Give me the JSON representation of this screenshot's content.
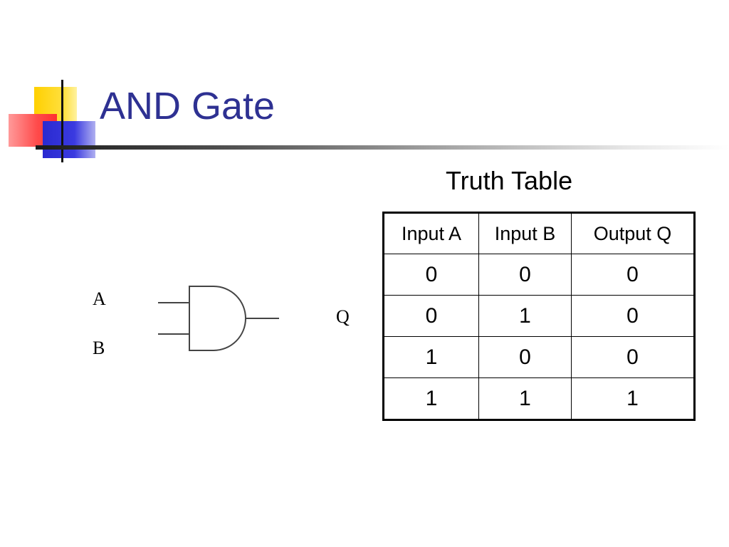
{
  "slide": {
    "title": "AND Gate"
  },
  "diagram": {
    "input_a_label": "A",
    "input_b_label": "B",
    "output_label": "Q"
  },
  "truth_table": {
    "caption": "Truth Table",
    "headers": [
      "Input A",
      "Input B",
      "Output Q"
    ],
    "rows": [
      [
        "0",
        "0",
        "0"
      ],
      [
        "0",
        "1",
        "0"
      ],
      [
        "1",
        "0",
        "0"
      ],
      [
        "1",
        "1",
        "1"
      ]
    ]
  },
  "colors": {
    "title": "#2e3192",
    "accent_yellow": "#ffd000",
    "accent_red": "#ff4a4a",
    "accent_blue": "#2a2ad0"
  }
}
